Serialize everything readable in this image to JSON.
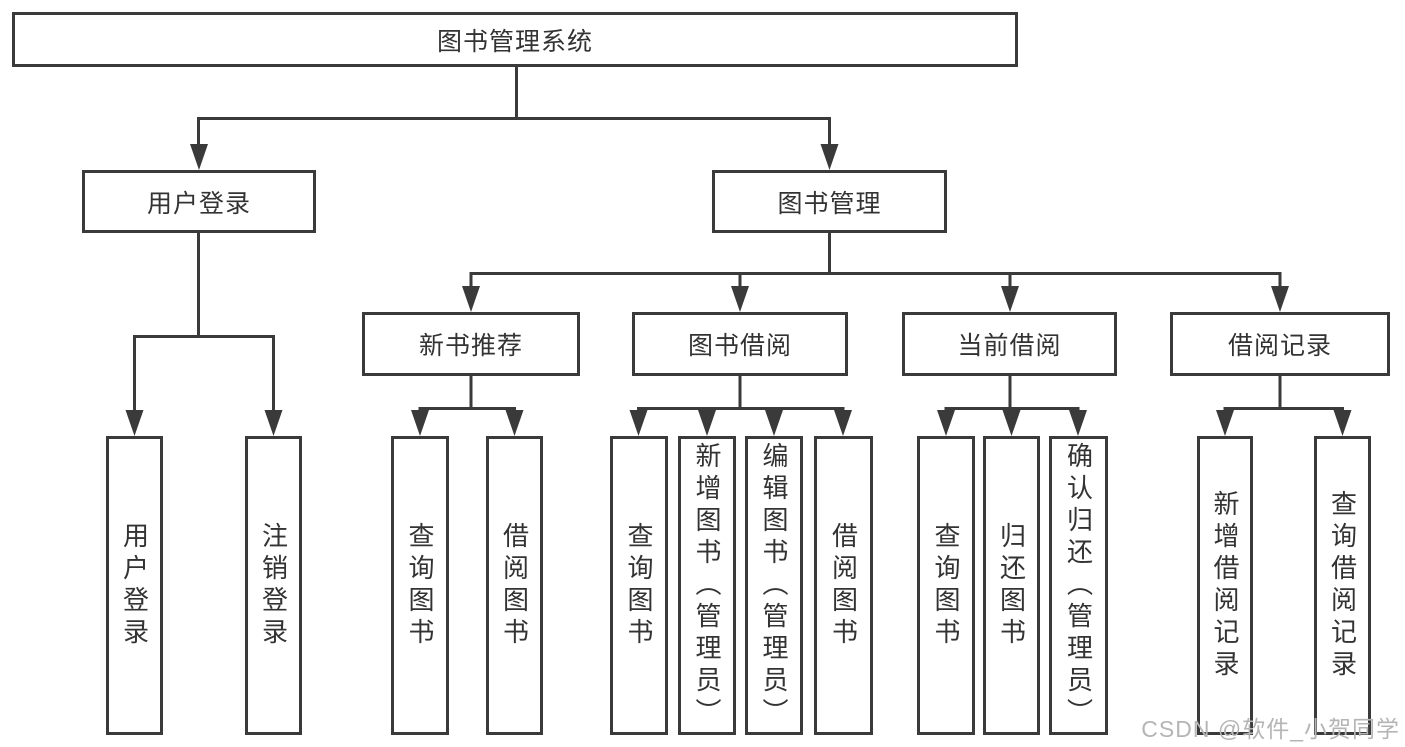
{
  "nodes": {
    "root": "图书管理系统",
    "user_login": "用户登录",
    "book_mgmt": "图书管理",
    "new_books": "新书推荐",
    "book_borrow": "图书借阅",
    "current_borrow": "当前借阅",
    "borrow_records": "借阅记录",
    "leaf_user_login": "用户登录",
    "leaf_logout": "注销登录",
    "leaf_nb_query": "查询图书",
    "leaf_nb_borrow": "借阅图书",
    "leaf_bb_query": "查询图书",
    "leaf_bb_add": "新增图书（管理员）",
    "leaf_bb_edit": "编辑图书（管理员）",
    "leaf_bb_borrow": "借阅图书",
    "leaf_cb_query": "查询图书",
    "leaf_cb_return": "归还图书",
    "leaf_cb_confirm": "确认归还（管理员）",
    "leaf_br_add": "新增借阅记录",
    "leaf_br_query": "查询借阅记录"
  },
  "watermark": "CSDN @软件_小贺同学",
  "colors": {
    "line": "#3a3a3a",
    "text": "#333333",
    "watermark": "#b5b5b5",
    "background": "#ffffff"
  }
}
